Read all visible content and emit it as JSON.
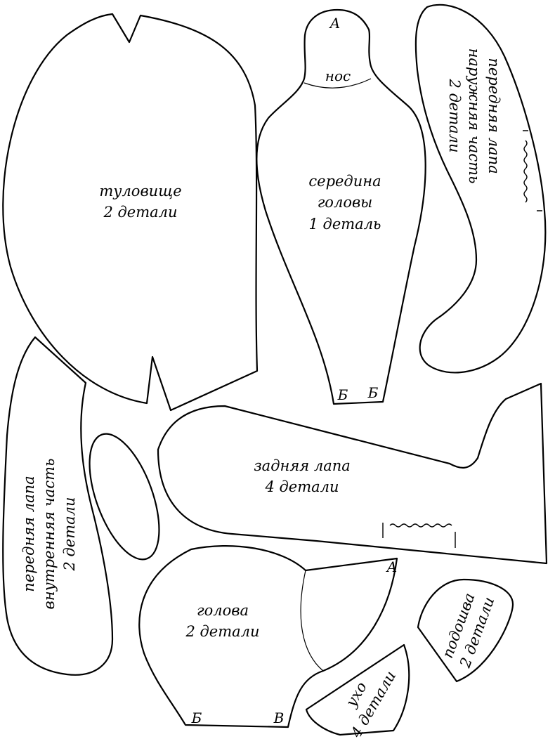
{
  "pieces": {
    "body": {
      "title": "туловище",
      "count": "2 детали"
    },
    "head_middle": {
      "title_line1": "середина",
      "title_line2": "головы",
      "count": "1 деталь",
      "nose": "нос",
      "point_a": "А",
      "point_b_left": "Б",
      "point_b_right": "Б"
    },
    "front_paw_outer": {
      "line1": "передняя лапа",
      "line2": "наружняя часть",
      "count": "2 детали"
    },
    "front_paw_inner": {
      "line1": "передняя лапа",
      "line2": "внутренняя часть",
      "count": "2 детали"
    },
    "hind_paw": {
      "title": "задняя лапа",
      "count": "4 детали"
    },
    "head": {
      "title": "голова",
      "count": "2 детали",
      "point_a": "А",
      "point_b": "Б",
      "point_v": "В"
    },
    "ear": {
      "title": "ухо",
      "count": "4 детали"
    },
    "sole": {
      "title": "подошва",
      "count": "2 детали"
    }
  }
}
